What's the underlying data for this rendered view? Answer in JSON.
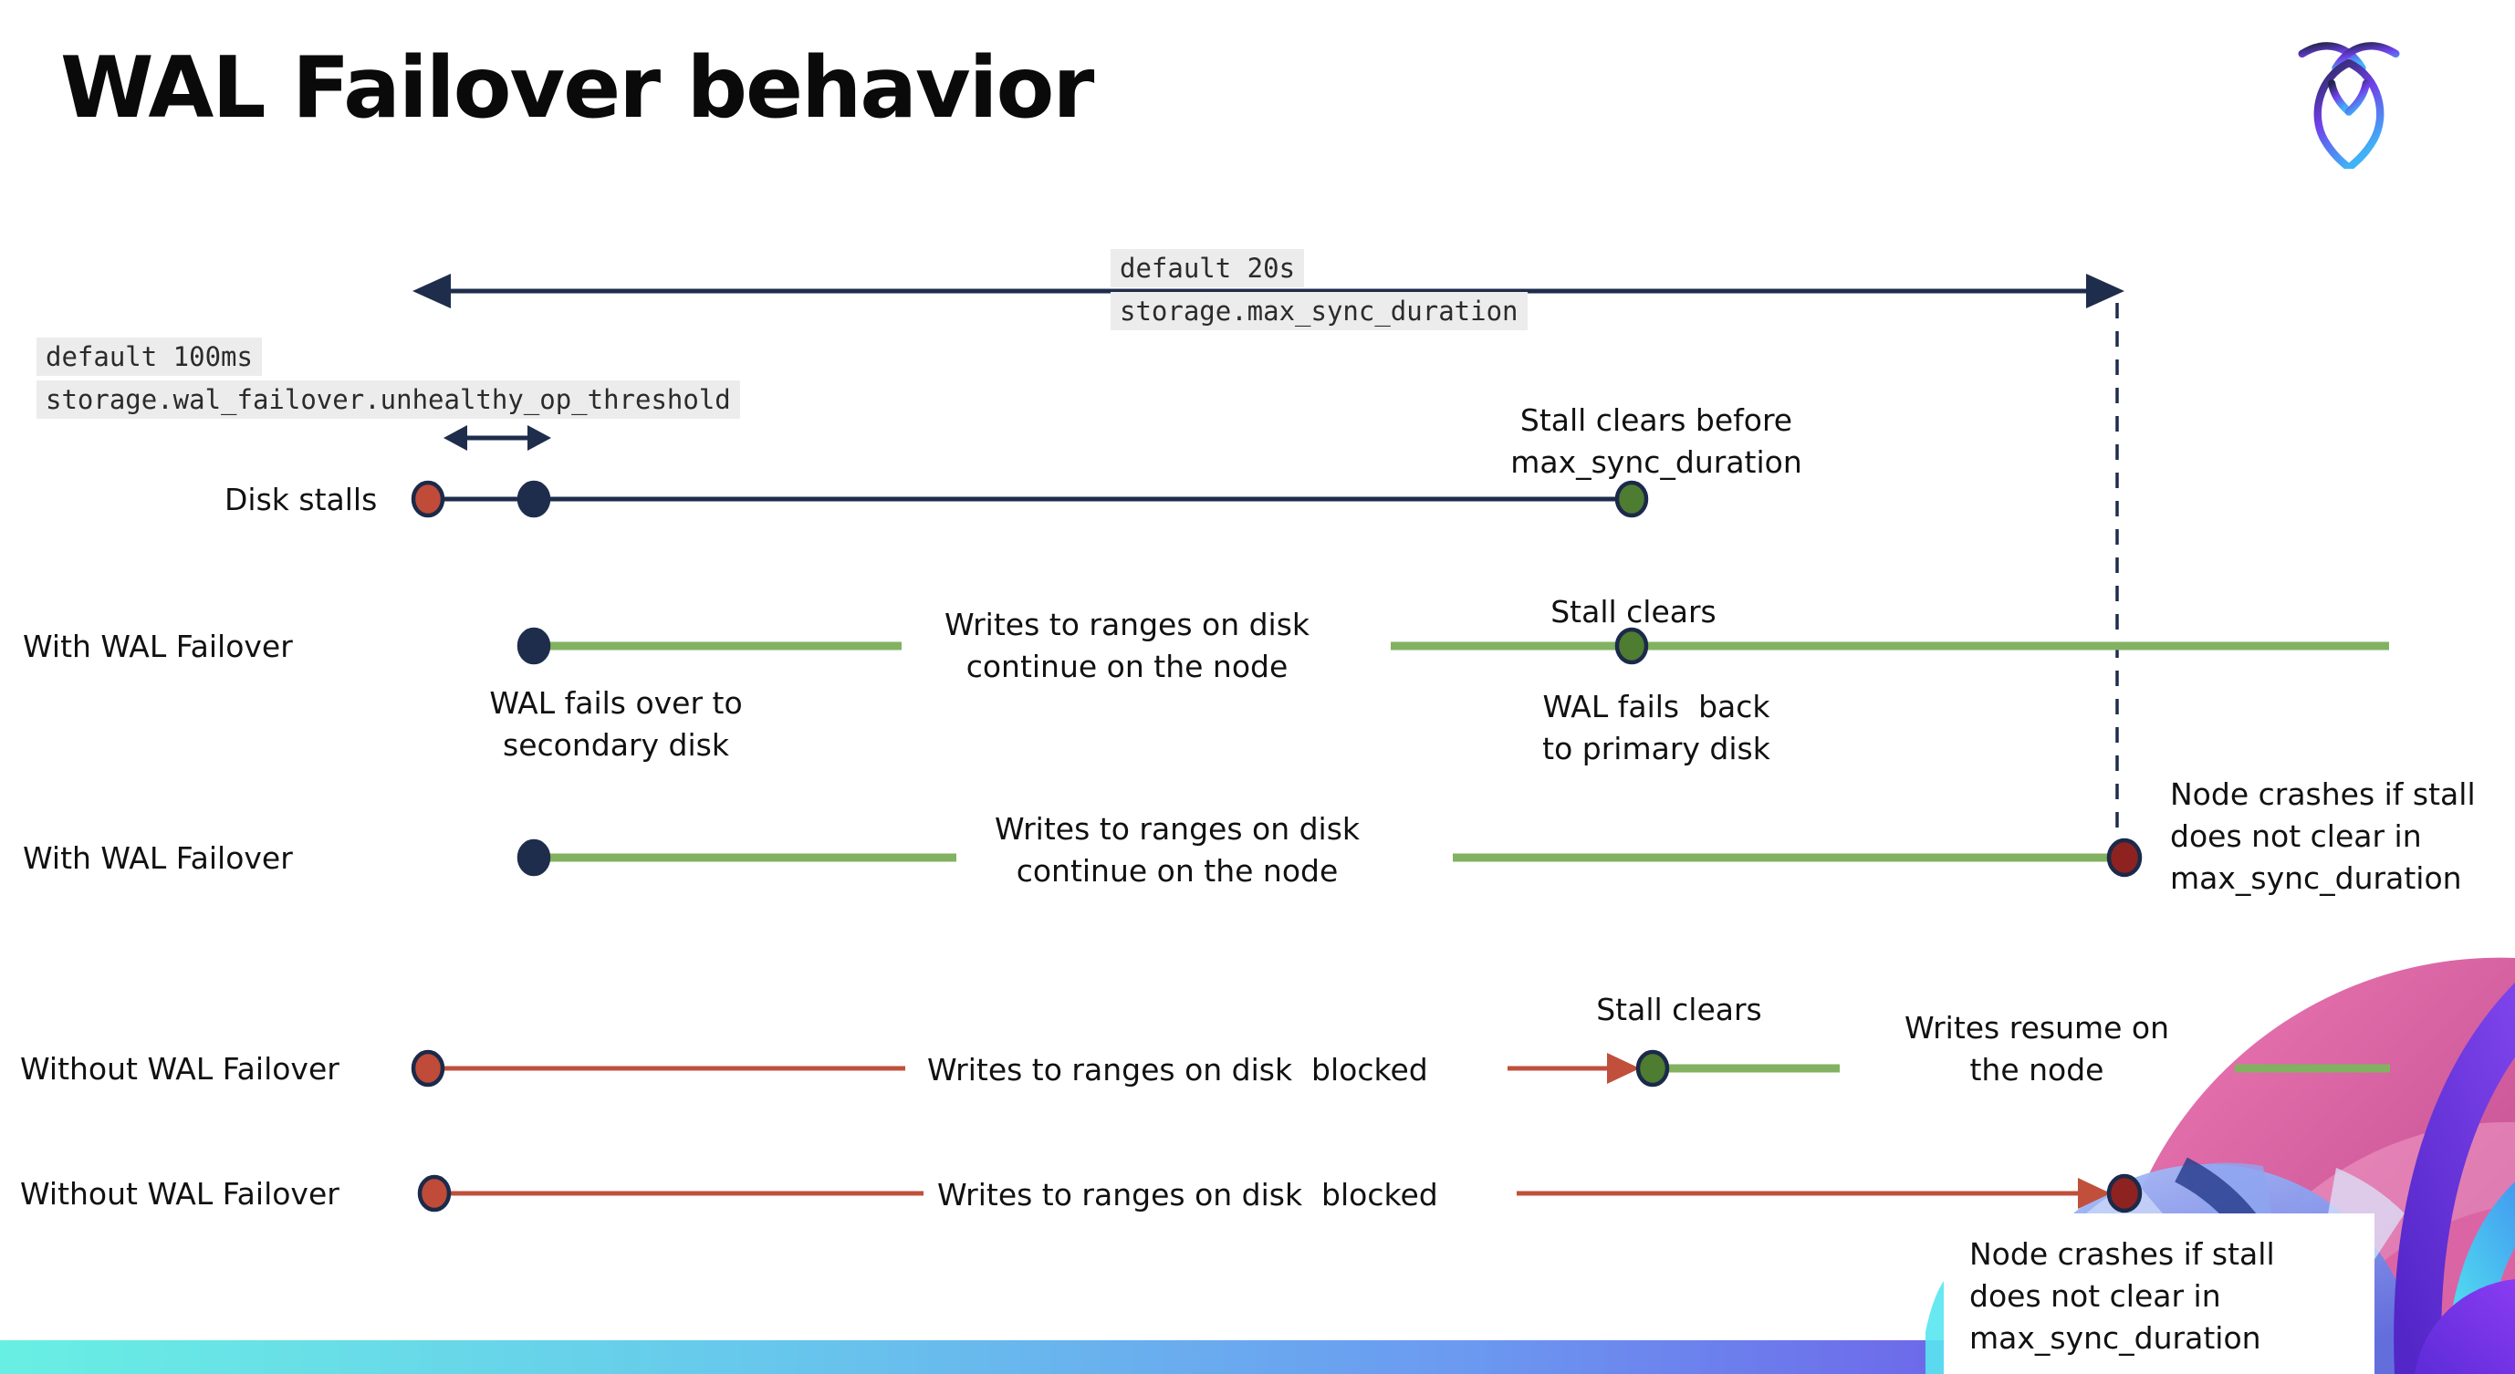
{
  "page": {
    "title": "WAL Failover behavior"
  },
  "logo": {
    "name": "cockroachdb-logo"
  },
  "config_labels": {
    "max_sync_duration": {
      "default": "default 20s",
      "setting": "storage.max_sync_duration"
    },
    "unhealthy_op_threshold": {
      "default": "default 100ms",
      "setting": "storage.wal_failover.unhealthy_op_threshold"
    }
  },
  "rows": [
    {
      "label": "Disk stalls"
    },
    {
      "label": "With WAL Failover"
    },
    {
      "label": "With WAL Failover"
    },
    {
      "label": "Without WAL Failover"
    },
    {
      "label": "Without WAL Failover"
    }
  ],
  "annotations": {
    "stall_clears_before": "Stall clears before\nmax_sync_duration",
    "stall_clears": "Stall clears",
    "wal_fails_over": "WAL fails over to\nsecondary disk",
    "wal_fails_back": "WAL fails  back\nto primary disk",
    "writes_continue": "Writes to ranges on disk\ncontinue on the node",
    "writes_blocked": "Writes to ranges on disk  blocked",
    "writes_resume": "Writes resume on\nthe node",
    "node_crashes": "Node crashes if stall\ndoes not clear in\nmax_sync_duration"
  },
  "colors": {
    "navy": "#1e2d4c",
    "green_line": "#82b261",
    "green_dot": "#4e7c31",
    "red_line": "#c0503c",
    "red_dot": "#bf4b38",
    "dark_red_dot": "#8e2220",
    "label_background": "#ececec",
    "bar_teal": "#68efe3",
    "bar_blue": "#6b9af0",
    "bar_violet": "#7438e2"
  }
}
